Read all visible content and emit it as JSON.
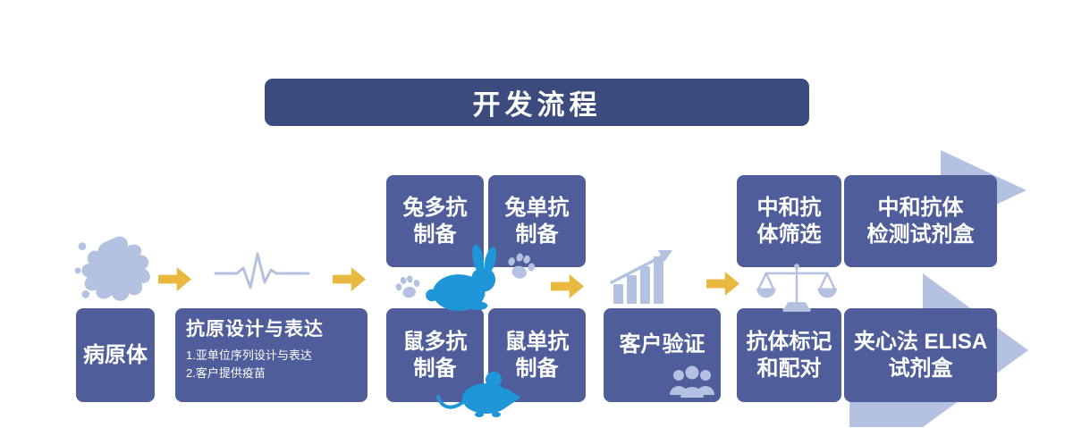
{
  "banner": {
    "title": "开发流程"
  },
  "colors": {
    "banner_bg": "#3c4b7d",
    "box_bg": "#4f5e9b",
    "arrow_yellow": "#e9b83e",
    "icon_light_blue": "#b4c1e1",
    "icon_bright_blue": "#1f96d8",
    "text_white": "#ffffff"
  },
  "boxes": {
    "pathogen": {
      "label": "病原体"
    },
    "antigen": {
      "title": "抗原设计与表达",
      "items": [
        "1.亚单位序列设计与表达",
        "2.客户提供疫苗"
      ]
    },
    "rabbit_poly": {
      "line1": "兔多抗",
      "line2": "制备"
    },
    "rabbit_mono": {
      "line1": "兔单抗",
      "line2": "制备"
    },
    "mouse_poly": {
      "line1": "鼠多抗",
      "line2": "制备"
    },
    "mouse_mono": {
      "line1": "鼠单抗",
      "line2": "制备"
    },
    "validation": {
      "label": "客户验证"
    },
    "neutralizing_screen": {
      "line1": "中和抗",
      "line2": "体筛选"
    },
    "neutralizing_kit": {
      "line1": "中和抗体",
      "line2": "检测试剂盒"
    },
    "labeling_pairing": {
      "line1": "抗体标记",
      "line2": "和配对"
    },
    "sandwich_elisa": {
      "line1": "夹心法 ELISA",
      "line2": "试剂盒"
    }
  },
  "icons": [
    "pathogen-splat-icon",
    "ecg-waveform-icon",
    "paw-print-icon",
    "rabbit-icon",
    "mouse-icon",
    "bar-chart-growth-icon",
    "people-group-icon",
    "balance-scales-icon",
    "yellow-step-arrow",
    "light-blue-flow-arrow"
  ]
}
